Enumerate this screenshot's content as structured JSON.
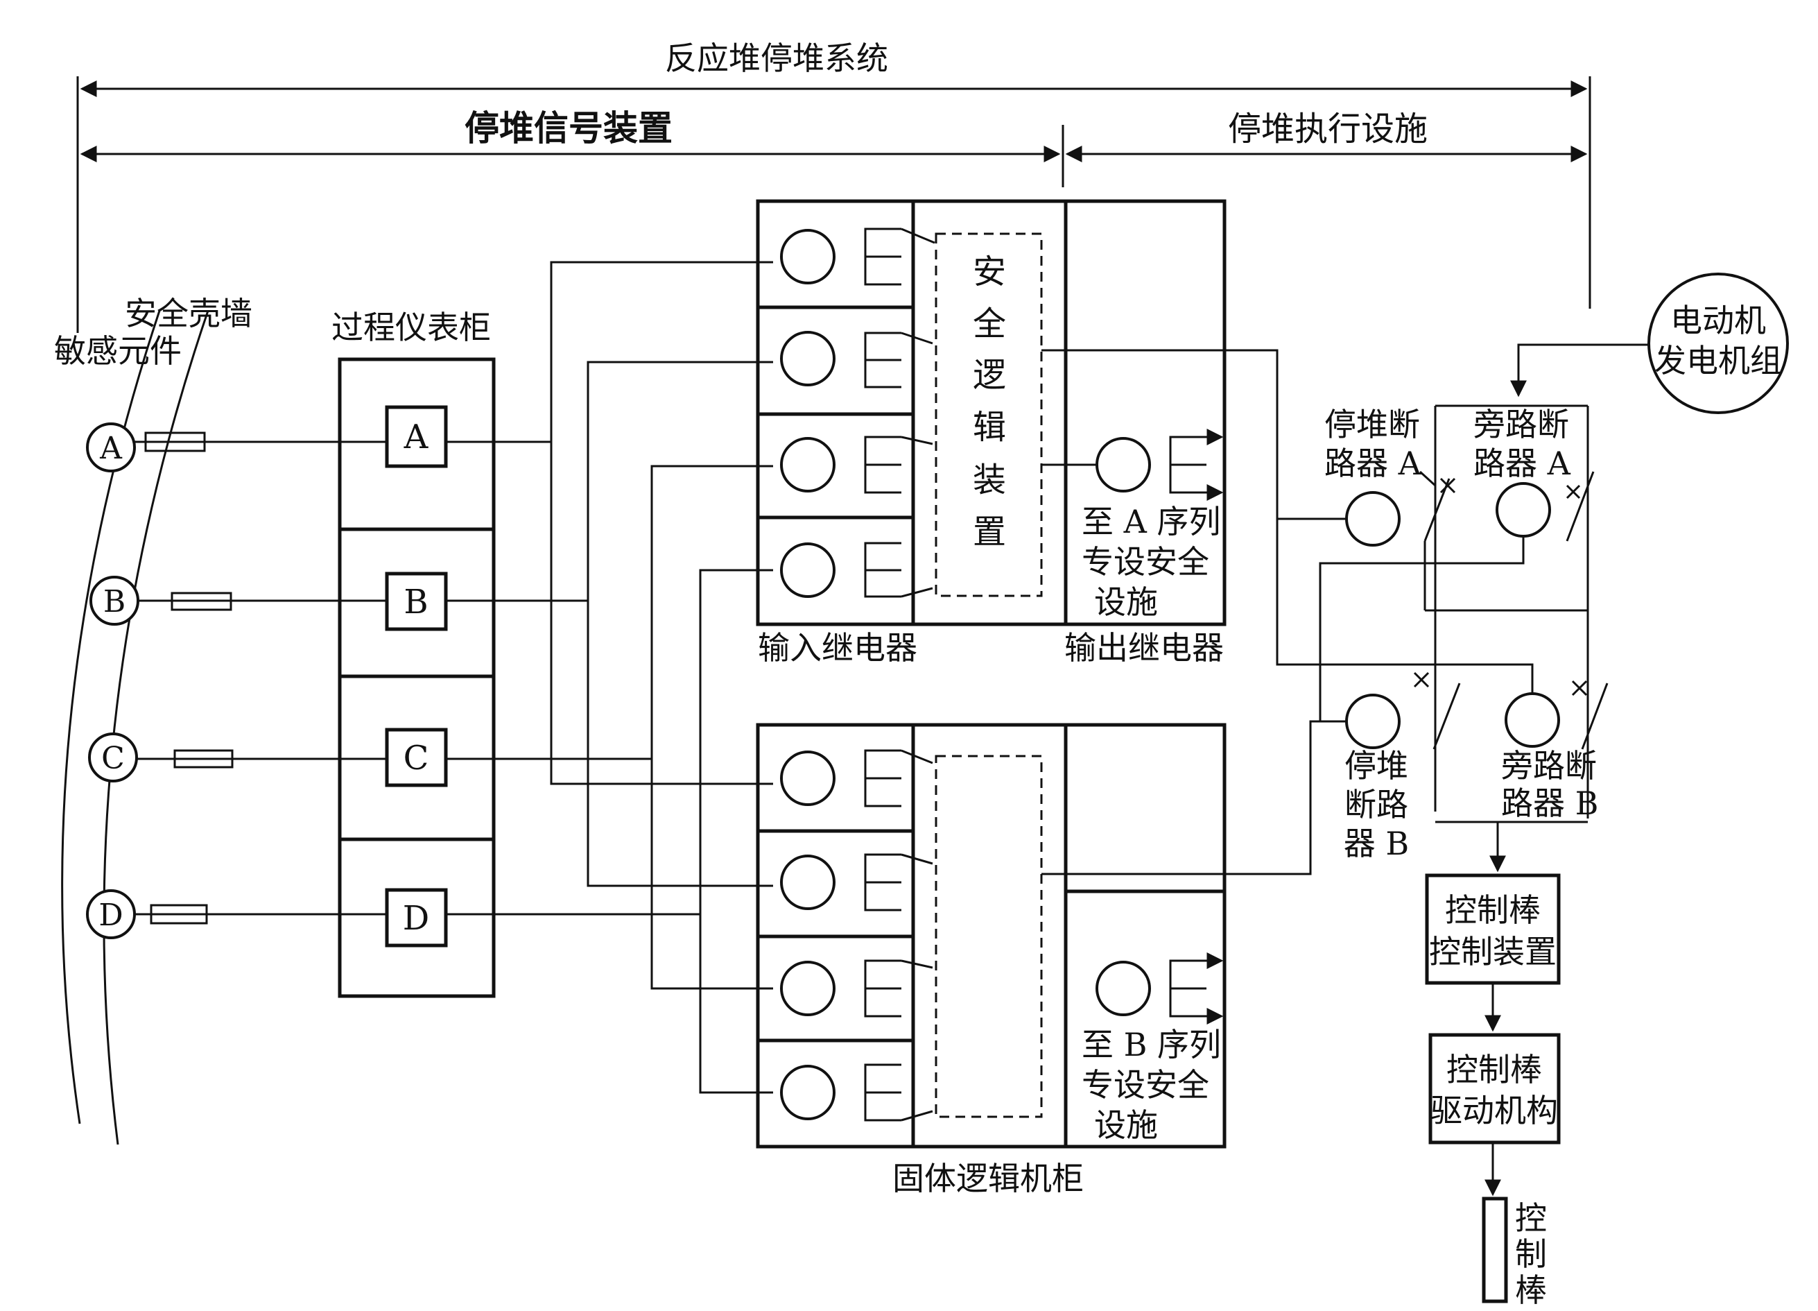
{
  "title": "反应堆停堆系统",
  "signal_section": "停堆信号装置",
  "execution_section": "停堆执行设施",
  "containment_wall": "安全壳墙",
  "sensing_elements": "敏感元件",
  "sensors": [
    "A",
    "B",
    "C",
    "D"
  ],
  "process_cabinet": {
    "title": "过程仪表柜",
    "channels": [
      "A",
      "B",
      "C",
      "D"
    ]
  },
  "solid_logic_cabinet": "固体逻辑机柜",
  "input_relay": "输入继电器",
  "output_relay": "输出继电器",
  "safety_logic_chars": [
    "安",
    "全",
    "逻",
    "辑",
    "装",
    "置"
  ],
  "train_a_output": [
    "至 A 序列",
    "专设安全",
    "设施"
  ],
  "train_b_output": [
    "至 B 序列",
    "专设安全",
    "设施"
  ],
  "motor_generator": [
    "电动机",
    "发电机组"
  ],
  "trip_breaker_a": [
    "停堆断",
    "路器 A"
  ],
  "bypass_breaker_a": [
    "旁路断",
    "路器 A"
  ],
  "trip_breaker_b": [
    "停堆",
    "断路",
    "器 B"
  ],
  "bypass_breaker_b": [
    "旁路断",
    "路器 B"
  ],
  "rod_control_device": [
    "控制棒",
    "控制装置"
  ],
  "rod_drive_mechanism": [
    "控制棒",
    "驱动机构"
  ],
  "control_rod_chars": [
    "控",
    "制",
    "棒"
  ]
}
